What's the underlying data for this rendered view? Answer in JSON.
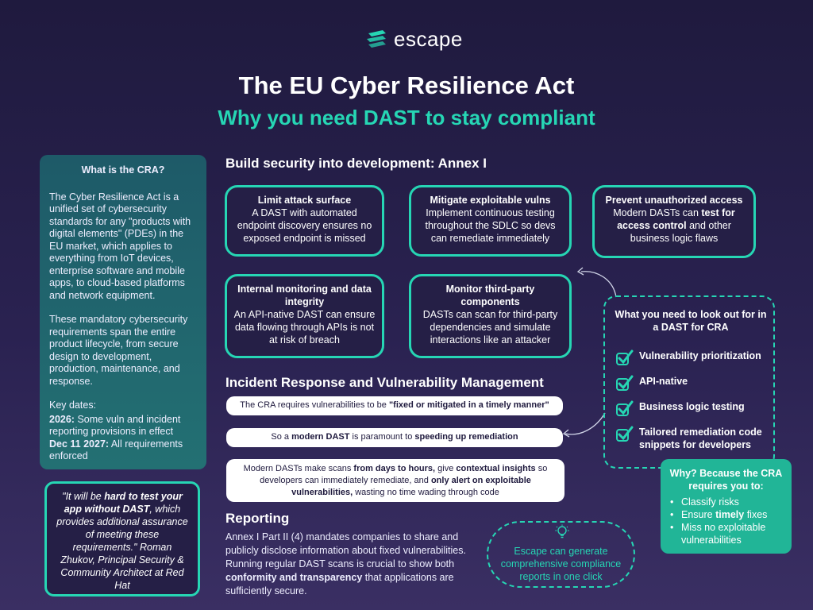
{
  "brand": {
    "name": "escape"
  },
  "header": {
    "title": "The EU Cyber Resilience Act",
    "subtitle": "Why you need DAST to stay compliant"
  },
  "cra": {
    "heading": "What is the CRA?",
    "para1": "The Cyber Resilience Act is a unified set of cybersecurity standards for any \"products with digital elements\" (PDEs) in the EU market, which applies to everything from IoT devices, enterprise software and mobile apps, to cloud-based platforms and network equipment.",
    "para2": "These mandatory cybersecurity requirements span the entire product lifecycle, from secure design to development, production, maintenance, and response.",
    "key_dates_label": "Key dates:",
    "date1_bold": "2026:",
    "date1_text": " Some vuln and incident reporting provisions in effect",
    "date2_bold": "Dec 11 2027:",
    "date2_text": " All requirements enforced"
  },
  "quote": {
    "open": "\"It will be ",
    "bold": "hard to test your app without DAST",
    "rest": ", which provides additional assurance of meeting these requirements.\" Roman Zhukov, Principal Security & Community Architect at Red Hat"
  },
  "annex": {
    "heading": "Build security into development: Annex I",
    "boxes": [
      {
        "title": "Limit attack surface",
        "text": "A DAST with automated endpoint discovery ensures no exposed endpoint is missed"
      },
      {
        "title": "Mitigate exploitable vulns",
        "text": "Implement continuous testing throughout the SDLC so devs can remediate immediately"
      },
      {
        "title": "Prevent unauthorized access",
        "pre": "Modern DASTs can ",
        "bold": "test for access control",
        "post": " and other business logic flaws"
      },
      {
        "title": "Internal monitoring and data integrity",
        "text": "An API-native DAST can ensure data flowing through APIs is not at risk of breach"
      },
      {
        "title": "Monitor third-party components",
        "text": "DASTs can scan for third-party dependencies and simulate interactions like an attacker"
      }
    ]
  },
  "incident": {
    "heading": "Incident Response and Vulnerability Management",
    "bar1_pre": "The CRA requires vulnerabilities to be ",
    "bar1_bold": "\"fixed or mitigated in a timely manner\"",
    "bar2_pre": "So a ",
    "bar2_bold1": "modern DAST",
    "bar2_mid": " is paramount to ",
    "bar2_bold2": "speeding up remediation",
    "bar3_pre": "Modern DASTs make scans ",
    "bar3_bold1": "from days to hours,",
    "bar3_mid1": " give ",
    "bar3_bold2": "contextual insights",
    "bar3_mid2": " so developers can immediately remediate, and ",
    "bar3_bold3": "only alert on exploitable vulnerabilities,",
    "bar3_post": " wasting no time wading through code"
  },
  "lookout": {
    "title": "What you need to look out for in a DAST for CRA",
    "items": [
      "Vulnerability prioritization",
      "API-native",
      "Business logic testing",
      "Tailored remediation code snippets  for developers"
    ]
  },
  "why": {
    "title": "Why? Because the CRA requires you to:",
    "item1": "Classify risks",
    "item2_pre": "Ensure ",
    "item2_bold": "timely",
    "item2_post": " fixes",
    "item3": "Miss no exploitable vulnerabilities"
  },
  "reporting": {
    "heading": "Reporting",
    "pre": "Annex I Part II (4) mandates companies to share and publicly disclose information about fixed vulnerabilities. Running regular DAST scans is crucial to show both ",
    "bold": "conformity and transparency",
    "post": " that applications are sufficiently secure."
  },
  "callout": {
    "text": "Escape can generate comprehensive compliance reports in one click"
  },
  "colors": {
    "accent": "#26d6b4",
    "background": "#251f46",
    "panel": "#1e5a68",
    "why_box": "#21b597"
  },
  "icons": [
    "escape-logo-icon",
    "checkmark-icon",
    "lightbulb-icon",
    "curved-arrow-icon"
  ]
}
